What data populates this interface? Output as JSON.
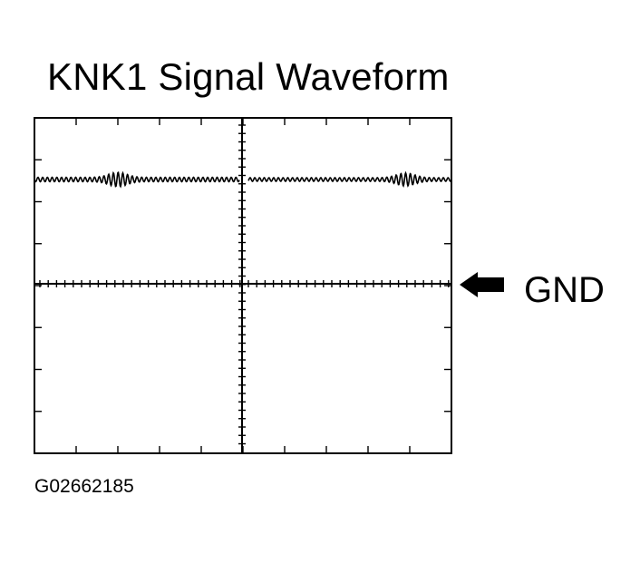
{
  "title": "KNK1 Signal Waveform",
  "ground_label": "GND",
  "figure_id": "G02662185",
  "icons": {
    "ground_arrow": "left-arrow-icon"
  },
  "waveform": {
    "segments": [
      {
        "start": 0.0,
        "end": 0.5,
        "burst_center": 0.2,
        "base_amplitude": 0.3,
        "burst_amplitude": 1.0
      },
      {
        "start": 0.5,
        "end": 1.0,
        "burst_center": 0.89,
        "base_amplitude": 0.25,
        "burst_amplitude": 0.9
      }
    ]
  },
  "colors": {
    "ink": "#000000",
    "background": "#ffffff"
  }
}
